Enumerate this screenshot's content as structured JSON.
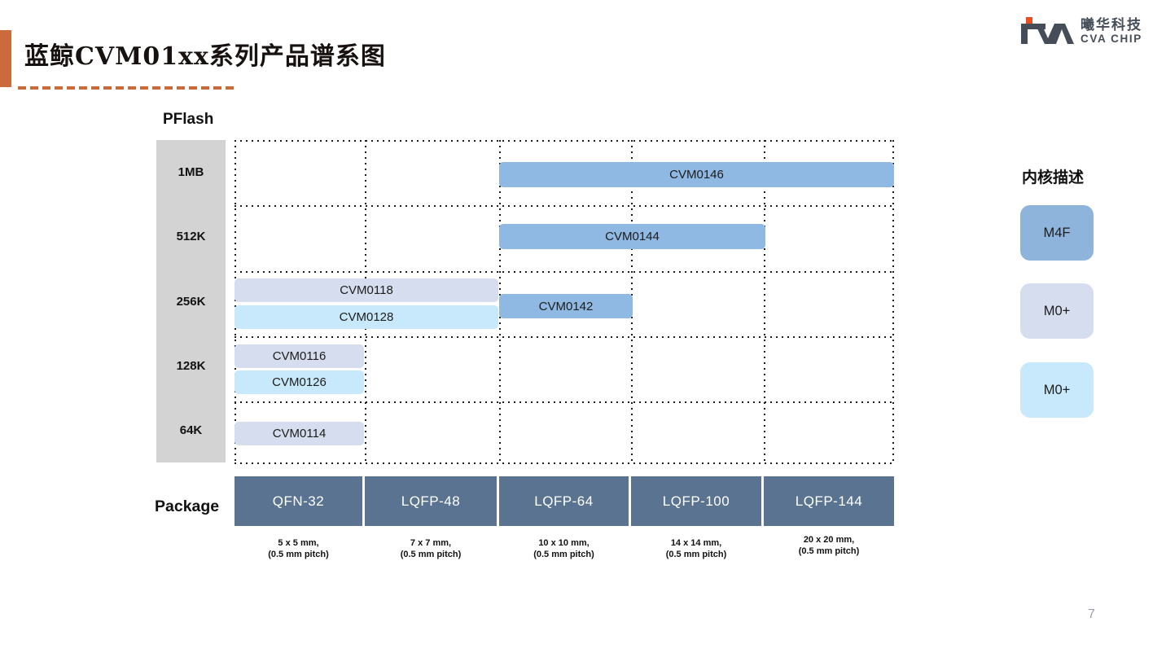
{
  "slide": {
    "title": "蓝鲸CVM01xx系列产品谱系图",
    "page_number": "7"
  },
  "logo": {
    "mark": "CVA",
    "company_cn": "曦华科技",
    "company_en": "CVA CHIP"
  },
  "chart": {
    "y_axis_title": "PFlash",
    "x_axis_title": "Package",
    "flash_rows": [
      "1MB",
      "512K",
      "256K",
      "128K",
      "64K"
    ],
    "packages": [
      {
        "name": "QFN-32",
        "dim1": "5 x 5 mm,",
        "dim2": "(0.5 mm pitch)"
      },
      {
        "name": "LQFP-48",
        "dim1": "7 x 7 mm,",
        "dim2": "(0.5 mm pitch)"
      },
      {
        "name": "LQFP-64",
        "dim1": "10 x 10 mm,",
        "dim2": "(0.5 mm pitch)"
      },
      {
        "name": "LQFP-100",
        "dim1": "14 x 14 mm,",
        "dim2": "(0.5 mm pitch)"
      },
      {
        "name": "LQFP-144",
        "dim1": "20 x 20 mm,",
        "dim2": "(0.5 mm pitch)"
      }
    ],
    "products": [
      {
        "label": "CVM0146",
        "flash": "1MB",
        "core": "M4F",
        "package_start": "LQFP-64",
        "package_end": "LQFP-144"
      },
      {
        "label": "CVM0144",
        "flash": "512K",
        "core": "M4F",
        "package_start": "LQFP-64",
        "package_end": "LQFP-100"
      },
      {
        "label": "CVM0118",
        "flash": "256K",
        "core": "M0+",
        "package_start": "QFN-32",
        "package_end": "LQFP-48"
      },
      {
        "label": "CVM0128",
        "flash": "256K",
        "core": "M0+",
        "package_start": "QFN-32",
        "package_end": "LQFP-48"
      },
      {
        "label": "CVM0142",
        "flash": "256K",
        "core": "M4F",
        "package_start": "LQFP-64",
        "package_end": "LQFP-64"
      },
      {
        "label": "CVM0116",
        "flash": "128K",
        "core": "M0+",
        "package_start": "QFN-32",
        "package_end": "QFN-32"
      },
      {
        "label": "CVM0126",
        "flash": "128K",
        "core": "M0+",
        "package_start": "QFN-32",
        "package_end": "QFN-32"
      },
      {
        "label": "CVM0114",
        "flash": "64K",
        "core": "M0+",
        "package_start": "QFN-32",
        "package_end": "QFN-32"
      }
    ]
  },
  "legend": {
    "title": "内核描述",
    "items": [
      {
        "label": "M4F",
        "color": "#8fb4dc"
      },
      {
        "label": "M0+",
        "color": "#d5ddee"
      },
      {
        "label": "M0+",
        "color": "#c8e9fb"
      }
    ]
  },
  "colors": {
    "accent_orange": "#cd6a3c",
    "bar_m4f_blue": "#8fb8e2",
    "bar_m0_lavender": "#d5ddee",
    "bar_m0_cyan": "#c8e9fb",
    "package_strip_slate": "#5a7390",
    "axis_strip_gray": "#d3d3d3",
    "logo_dark": "#454e58",
    "logo_orange": "#e8501e"
  },
  "chart_data": {
    "type": "bar",
    "title": "蓝鲸CVM01xx系列产品谱系图",
    "xlabel": "Package",
    "ylabel": "PFlash",
    "x_categories": [
      "QFN-32",
      "LQFP-48",
      "LQFP-64",
      "LQFP-100",
      "LQFP-144"
    ],
    "y_categories": [
      "1MB",
      "512K",
      "256K",
      "128K",
      "64K"
    ],
    "grid": "dotted",
    "legend_position": "right",
    "legend_title": "内核描述",
    "legend_entries": [
      "M4F",
      "M0+",
      "M0+"
    ],
    "series": [
      {
        "name": "CVM0146",
        "flash": "1MB",
        "core": "M4F",
        "packages": [
          "LQFP-64",
          "LQFP-100",
          "LQFP-144"
        ]
      },
      {
        "name": "CVM0144",
        "flash": "512K",
        "core": "M4F",
        "packages": [
          "LQFP-64",
          "LQFP-100"
        ]
      },
      {
        "name": "CVM0118",
        "flash": "256K",
        "core": "M0+",
        "packages": [
          "QFN-32",
          "LQFP-48"
        ]
      },
      {
        "name": "CVM0128",
        "flash": "256K",
        "core": "M0+",
        "packages": [
          "QFN-32",
          "LQFP-48"
        ]
      },
      {
        "name": "CVM0142",
        "flash": "256K",
        "core": "M4F",
        "packages": [
          "LQFP-64"
        ]
      },
      {
        "name": "CVM0116",
        "flash": "128K",
        "core": "M0+",
        "packages": [
          "QFN-32"
        ]
      },
      {
        "name": "CVM0126",
        "flash": "128K",
        "core": "M0+",
        "packages": [
          "QFN-32"
        ]
      },
      {
        "name": "CVM0114",
        "flash": "64K",
        "core": "M0+",
        "packages": [
          "QFN-32"
        ]
      }
    ]
  }
}
